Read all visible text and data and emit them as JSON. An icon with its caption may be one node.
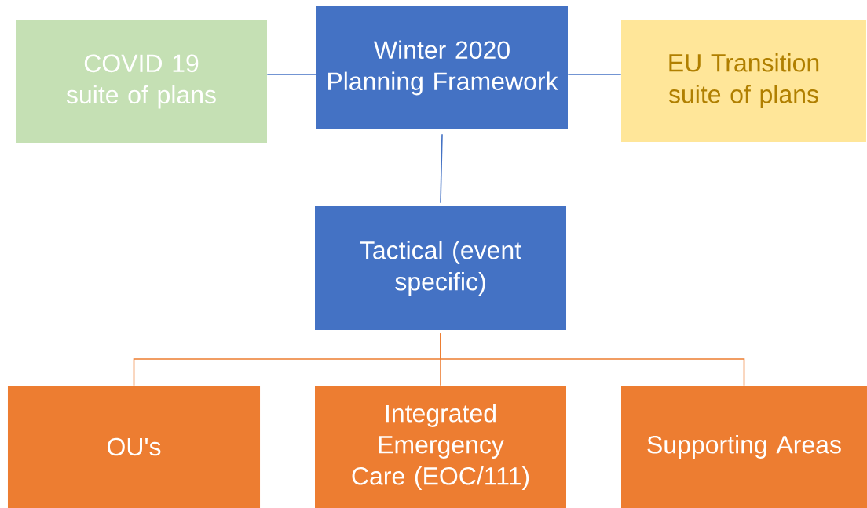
{
  "diagram": {
    "nodes": [
      {
        "text": [
          "Winter 2020 Planning Framework"
        ]
      },
      {
        "text": [
          "COVID 19 suite of plans"
        ]
      },
      {
        "text": [
          "EU Transition suite of plans"
        ]
      },
      {
        "text": [
          "Tactical (event specific)"
        ]
      },
      {
        "text": [
          "OU's"
        ]
      },
      {
        "text": [
          "Integrated Emergency Care (EOC/111)"
        ]
      },
      {
        "text": [
          "Supporting Areas"
        ]
      }
    ],
    "edges": [
      {
        "from": 1,
        "to": 0,
        "arrow": "none"
      },
      {
        "from": 0,
        "to": 2,
        "arrow": "none"
      },
      {
        "from": 0,
        "to": 3,
        "arrow": "none"
      },
      {
        "from": 3,
        "to": 4,
        "arrow": "none",
        "color": "#ed7d31"
      },
      {
        "from": 3,
        "to": 5,
        "arrow": "none",
        "color": "#ed7d31"
      },
      {
        "from": 3,
        "to": 6,
        "arrow": "none",
        "color": "#ed7d31"
      }
    ]
  }
}
